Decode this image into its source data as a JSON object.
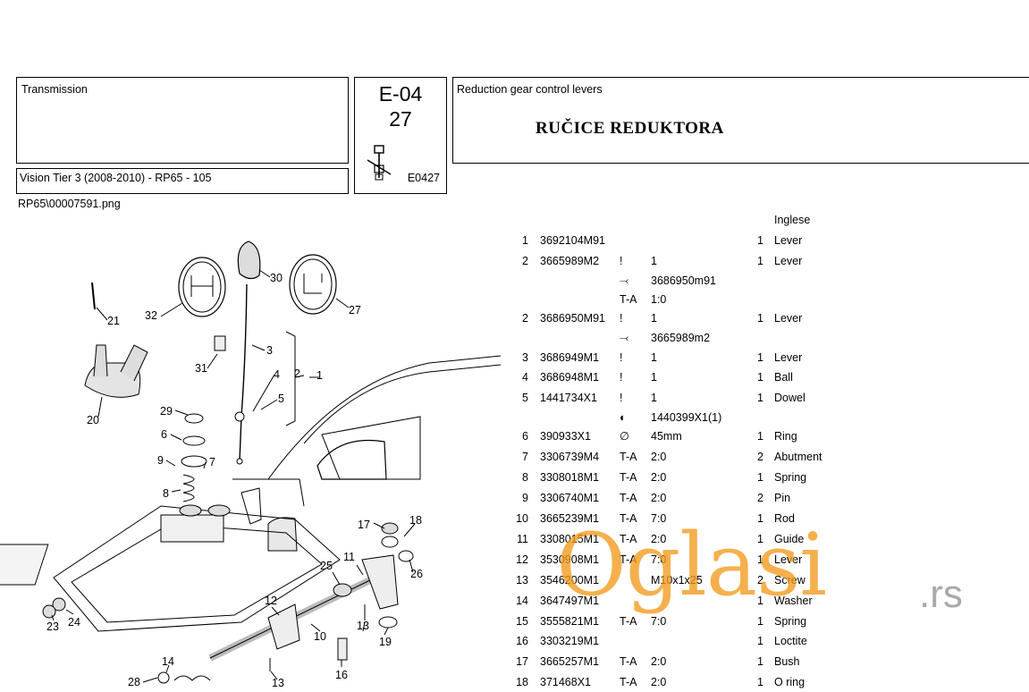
{
  "header": {
    "section": "Transmission",
    "model": "Vision Tier 3 (2008-2010) - RP65 - 105",
    "code_line1": "E-04",
    "code_line2": "27",
    "code_ref": "E0427",
    "desc_en": "Reduction gear control levers",
    "desc_local": "RUČICE REDUKTORA",
    "image_path": "RP65\\00007591.png"
  },
  "parts": {
    "language": "Inglese",
    "rows": [
      {
        "pos": "1",
        "pn": "3692104M91",
        "sym": "",
        "val": "",
        "qty": "1",
        "desc": "Lever"
      },
      {
        "pos": "2",
        "pn": "3665989M2",
        "sym": "!",
        "val": "1",
        "qty": "1",
        "desc": "Lever"
      },
      {
        "pos": "",
        "pn": "",
        "sym": "⤙",
        "val": "3686950m91",
        "qty": "",
        "desc": ""
      },
      {
        "pos": "",
        "pn": "",
        "sym": "T-A",
        "val": "1:0",
        "qty": "",
        "desc": ""
      },
      {
        "pos": "2",
        "pn": "3686950M91",
        "sym": "!",
        "val": "1",
        "qty": "1",
        "desc": "Lever"
      },
      {
        "pos": "",
        "pn": "",
        "sym": "⤙",
        "val": "3665989m2",
        "qty": "",
        "desc": ""
      },
      {
        "pos": "3",
        "pn": "3686949M1",
        "sym": "!",
        "val": "1",
        "qty": "1",
        "desc": "Lever"
      },
      {
        "pos": "4",
        "pn": "3686948M1",
        "sym": "!",
        "val": "1",
        "qty": "1",
        "desc": "Ball"
      },
      {
        "pos": "5",
        "pn": "1441734X1",
        "sym": "!",
        "val": "1",
        "qty": "1",
        "desc": "Dowel"
      },
      {
        "pos": "",
        "pn": "",
        "sym": "◐",
        "val": "1440399X1(1)",
        "qty": "",
        "desc": ""
      },
      {
        "pos": "6",
        "pn": "390933X1",
        "sym": "∅",
        "val": "45mm",
        "qty": "1",
        "desc": "Ring"
      },
      {
        "pos": "7",
        "pn": "3306739M4",
        "sym": "T-A",
        "val": "2:0",
        "qty": "2",
        "desc": "Abutment"
      },
      {
        "pos": "8",
        "pn": "3308018M1",
        "sym": "T-A",
        "val": "2:0",
        "qty": "1",
        "desc": "Spring"
      },
      {
        "pos": "9",
        "pn": "3306740M1",
        "sym": "T-A",
        "val": "2:0",
        "qty": "2",
        "desc": "Pin"
      },
      {
        "pos": "10",
        "pn": "3665239M1",
        "sym": "T-A",
        "val": "7:0",
        "qty": "1",
        "desc": "Rod"
      },
      {
        "pos": "11",
        "pn": "3308015M1",
        "sym": "T-A",
        "val": "2:0",
        "qty": "1",
        "desc": "Guide"
      },
      {
        "pos": "12",
        "pn": "3530908M1",
        "sym": "T-A",
        "val": "7:0",
        "qty": "1",
        "desc": "Lever"
      },
      {
        "pos": "13",
        "pn": "3546200M1",
        "sym": "",
        "val": "M10x1x25",
        "qty": "2",
        "desc": "Screw"
      },
      {
        "pos": "14",
        "pn": "3647497M1",
        "sym": "",
        "val": "",
        "qty": "1",
        "desc": "Washer"
      },
      {
        "pos": "15",
        "pn": "3555821M1",
        "sym": "T-A",
        "val": "7:0",
        "qty": "1",
        "desc": "Spring"
      },
      {
        "pos": "16",
        "pn": "3303219M1",
        "sym": "",
        "val": "",
        "qty": "1",
        "desc": "Loctite"
      },
      {
        "pos": "17",
        "pn": "3665257M1",
        "sym": "T-A",
        "val": "2:0",
        "qty": "1",
        "desc": "Bush"
      },
      {
        "pos": "18",
        "pn": "371468X1",
        "sym": "T-A",
        "val": "2:0",
        "qty": "1",
        "desc": "O ring"
      }
    ]
  },
  "diagram": {
    "callouts": [
      "1",
      "2",
      "3",
      "4",
      "5",
      "6",
      "7",
      "8",
      "9",
      "10",
      "11",
      "12",
      "13",
      "13",
      "14",
      "16",
      "17",
      "18",
      "19",
      "20",
      "21",
      "23",
      "24",
      "25",
      "26",
      "27",
      "28",
      "29",
      "30",
      "31",
      "32"
    ]
  },
  "watermark": {
    "text": "Oglasi",
    "suffix": ".rs",
    "color": "#f39a1c"
  }
}
